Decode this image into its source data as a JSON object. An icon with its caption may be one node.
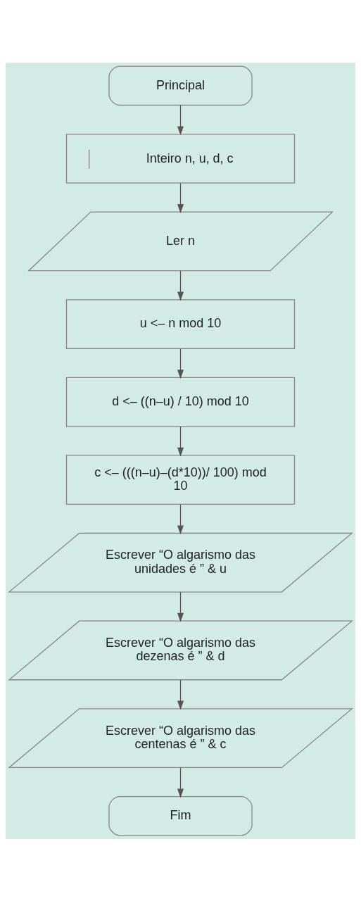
{
  "diagram": {
    "nodes": [
      {
        "text": [
          "Principal"
        ]
      },
      {
        "text": [
          "Inteiro n, u, d, c"
        ]
      },
      {
        "text": [
          "Ler n"
        ]
      },
      {
        "text": [
          "u <– n mod 10"
        ]
      },
      {
        "text": [
          "d <– ((n–u) / 10) mod 10"
        ]
      },
      {
        "text": [
          "c <– (((n–u)–(d*10))/ 100) mod 10"
        ]
      },
      {
        "text": [
          "Escrever “O algarismo das unidades é ” & u"
        ]
      },
      {
        "text": [
          "Escrever “O algarismo das dezenas é ” & d"
        ]
      },
      {
        "text": [
          "Escrever “O algarismo das centenas é ” & c"
        ]
      },
      {
        "text": [
          "Fim"
        ]
      }
    ],
    "edges": [
      {
        "from": 0,
        "to": 1,
        "arrow": "to"
      },
      {
        "from": 1,
        "to": 2,
        "arrow": "to"
      },
      {
        "from": 2,
        "to": 3,
        "arrow": "to"
      },
      {
        "from": 3,
        "to": 4,
        "arrow": "to"
      },
      {
        "from": 4,
        "to": 5,
        "arrow": "to"
      },
      {
        "from": 5,
        "to": 6,
        "arrow": "to"
      },
      {
        "from": 6,
        "to": 7,
        "arrow": "to"
      },
      {
        "from": 7,
        "to": 8,
        "arrow": "to"
      },
      {
        "from": 8,
        "to": 9,
        "arrow": "to"
      }
    ]
  }
}
